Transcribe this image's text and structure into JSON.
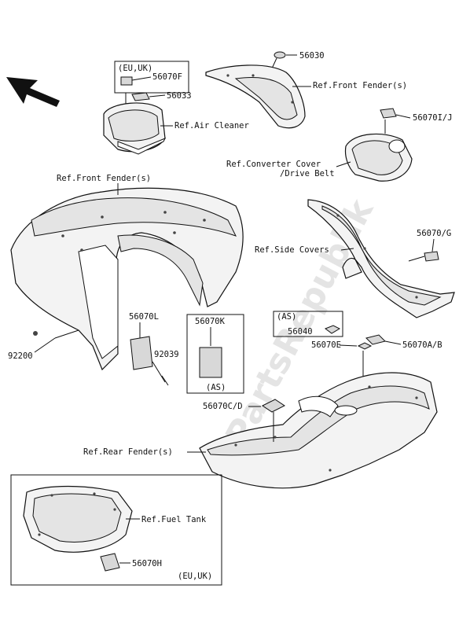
{
  "watermark": "PartsRepublik",
  "labels": {
    "eu_uk_top": "(EU,UK)",
    "p56070F": "56070F",
    "p56033": "56033",
    "ref_air_cleaner": "Ref.Air Cleaner",
    "p56030": "56030",
    "ref_front_fender_top": "Ref.Front Fender(s)",
    "p56070IJ": "56070I/J",
    "ref_converter_cover": "Ref.Converter Cover",
    "drive_belt": "/Drive Belt",
    "ref_front_fender_left": "Ref.Front Fender(s)",
    "p56070G": "56070/G",
    "ref_side_covers": "Ref.Side Covers",
    "p56070L": "56070L",
    "p56070K": "56070K",
    "as_box": "(AS)",
    "as_label": "(AS)",
    "p56040": "56040",
    "p56070E": "56070E",
    "p56070AB": "56070A/B",
    "p92200": "92200",
    "p92039": "92039",
    "p56070CD": "56070C/D",
    "ref_rear_fender": "Ref.Rear Fender(s)",
    "ref_fuel_tank": "Ref.Fuel Tank",
    "p56070H": "56070H",
    "eu_uk_bottom": "(EU,UK)"
  }
}
